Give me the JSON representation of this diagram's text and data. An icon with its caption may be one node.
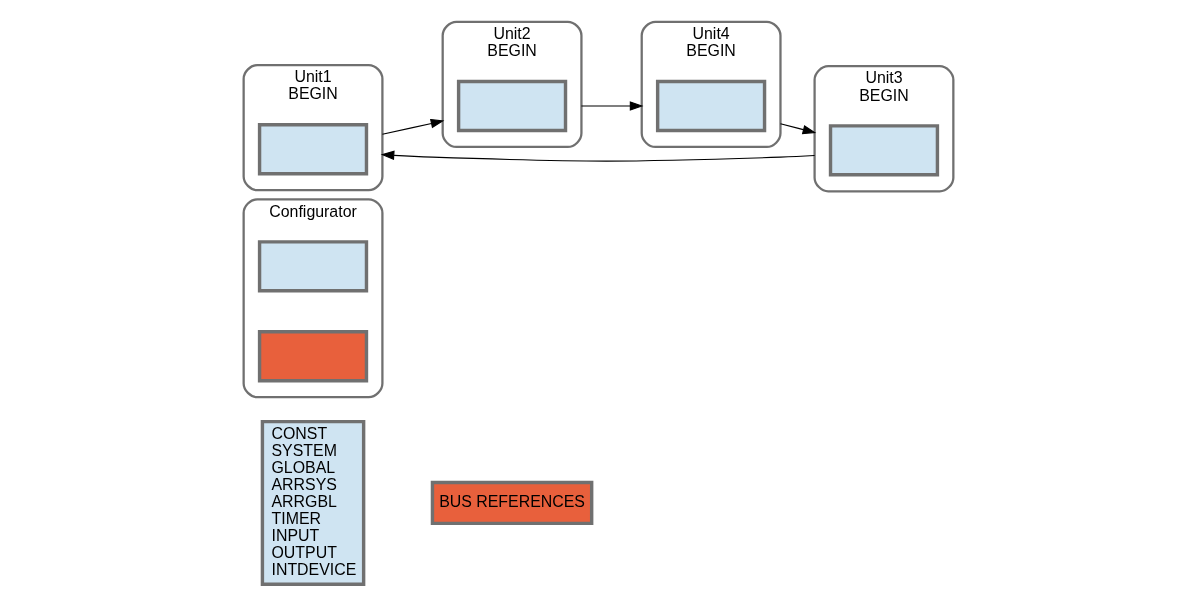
{
  "diagram": {
    "nodes": [
      {
        "text": [
          "CONST",
          "SYSTEM",
          "GLOBAL",
          "ARRSYS",
          "ARRGBL",
          "TIMER",
          "INPUT",
          "OUTPUT",
          "INTDEVICE"
        ]
      },
      {
        "text": [
          "BUS REFERENCES"
        ]
      },
      {
        "text": [
          "Configurator"
        ]
      },
      {
        "text": [],
        "shape": "box",
        "in": 2
      },
      {
        "text": [],
        "shape": "box",
        "in": 2
      },
      {
        "text": [
          "Unit1",
          "BEGIN"
        ]
      },
      {
        "text": [],
        "shape": "box",
        "in": 5
      },
      {
        "text": [
          "Unit2",
          "BEGIN"
        ]
      },
      {
        "text": [],
        "shape": "box",
        "in": 7
      },
      {
        "text": [
          "Unit3",
          "BEGIN"
        ]
      },
      {
        "text": [],
        "shape": "box",
        "in": 9
      },
      {
        "text": [
          "Unit4",
          "BEGIN"
        ]
      },
      {
        "text": [],
        "shape": "box",
        "in": 11
      }
    ],
    "edges": [
      {
        "from": 5,
        "to": 7,
        "arrow": "to"
      },
      {
        "from": 7,
        "to": 11,
        "arrow": "to"
      },
      {
        "from": 11,
        "to": 9,
        "arrow": "to"
      },
      {
        "from": 9,
        "to": 5,
        "arrow": "to"
      }
    ]
  }
}
